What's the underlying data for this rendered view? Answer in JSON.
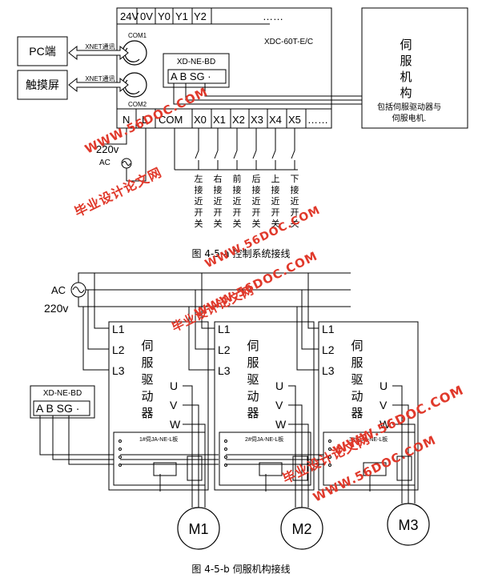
{
  "top_diagram": {
    "plc_label": "XDC-60T-E/C",
    "plc_top_terminals": [
      "24V",
      "0V",
      "Y0",
      "Y1",
      "Y2",
      "……"
    ],
    "plc_bottom_terminals": [
      "N",
      "L",
      "COM",
      "X0",
      "X1",
      "X2",
      "X3",
      "X4",
      "X5",
      "……"
    ],
    "com1": "COM1",
    "com2": "COM2",
    "pc": "PC端",
    "touchscreen": "触摸屏",
    "xnet1": "XNET通讯",
    "xnet2": "XNET通讯",
    "bd_label": "XD-NE-BD",
    "bd_pins": "A B SG ·",
    "servo_mech": [
      "伺",
      "服",
      "机",
      "构"
    ],
    "servo_desc_1": "包括伺服驱动器与",
    "servo_desc_2": "伺服电机.",
    "power": "220v",
    "ac": "AC",
    "switches": [
      [
        "左",
        "接",
        "近",
        "开",
        "关"
      ],
      [
        "右",
        "接",
        "近",
        "开",
        "关"
      ],
      [
        "前",
        "接",
        "近",
        "开",
        "关"
      ],
      [
        "后",
        "接",
        "近",
        "开",
        "关"
      ],
      [
        "上",
        "接",
        "近",
        "开",
        "关"
      ],
      [
        "下",
        "接",
        "近",
        "开",
        "关"
      ]
    ],
    "caption": "图 4-5-a  控制系统接线"
  },
  "bottom_diagram": {
    "ac": "AC",
    "power": "220v",
    "bd_label": "XD-NE-BD",
    "bd_pins": "A B SG ·",
    "drivers": [
      {
        "text": [
          "伺",
          "服",
          "驱",
          "动",
          "器"
        ],
        "board": "1#伺JA-NE-L板",
        "motor": "M1"
      },
      {
        "text": [
          "伺",
          "服",
          "驱",
          "动",
          "器"
        ],
        "board": "2#伺JA-NE-L板",
        "motor": "M2"
      },
      {
        "text": [
          "伺",
          "服",
          "驱",
          "动",
          "器"
        ],
        "board": "3#伺JA-NE-L板",
        "motor": "M3"
      }
    ],
    "inputs": [
      "L1",
      "L2",
      "L3"
    ],
    "outputs": [
      "U",
      "V",
      "W"
    ],
    "caption": "图 4-5-b  伺服机构接线"
  },
  "watermarks": {
    "site": "WWW.56DOC.COM",
    "cn": "毕业设计论文网"
  },
  "colors": {
    "line": "#000000",
    "watermark": "#e0392b"
  }
}
